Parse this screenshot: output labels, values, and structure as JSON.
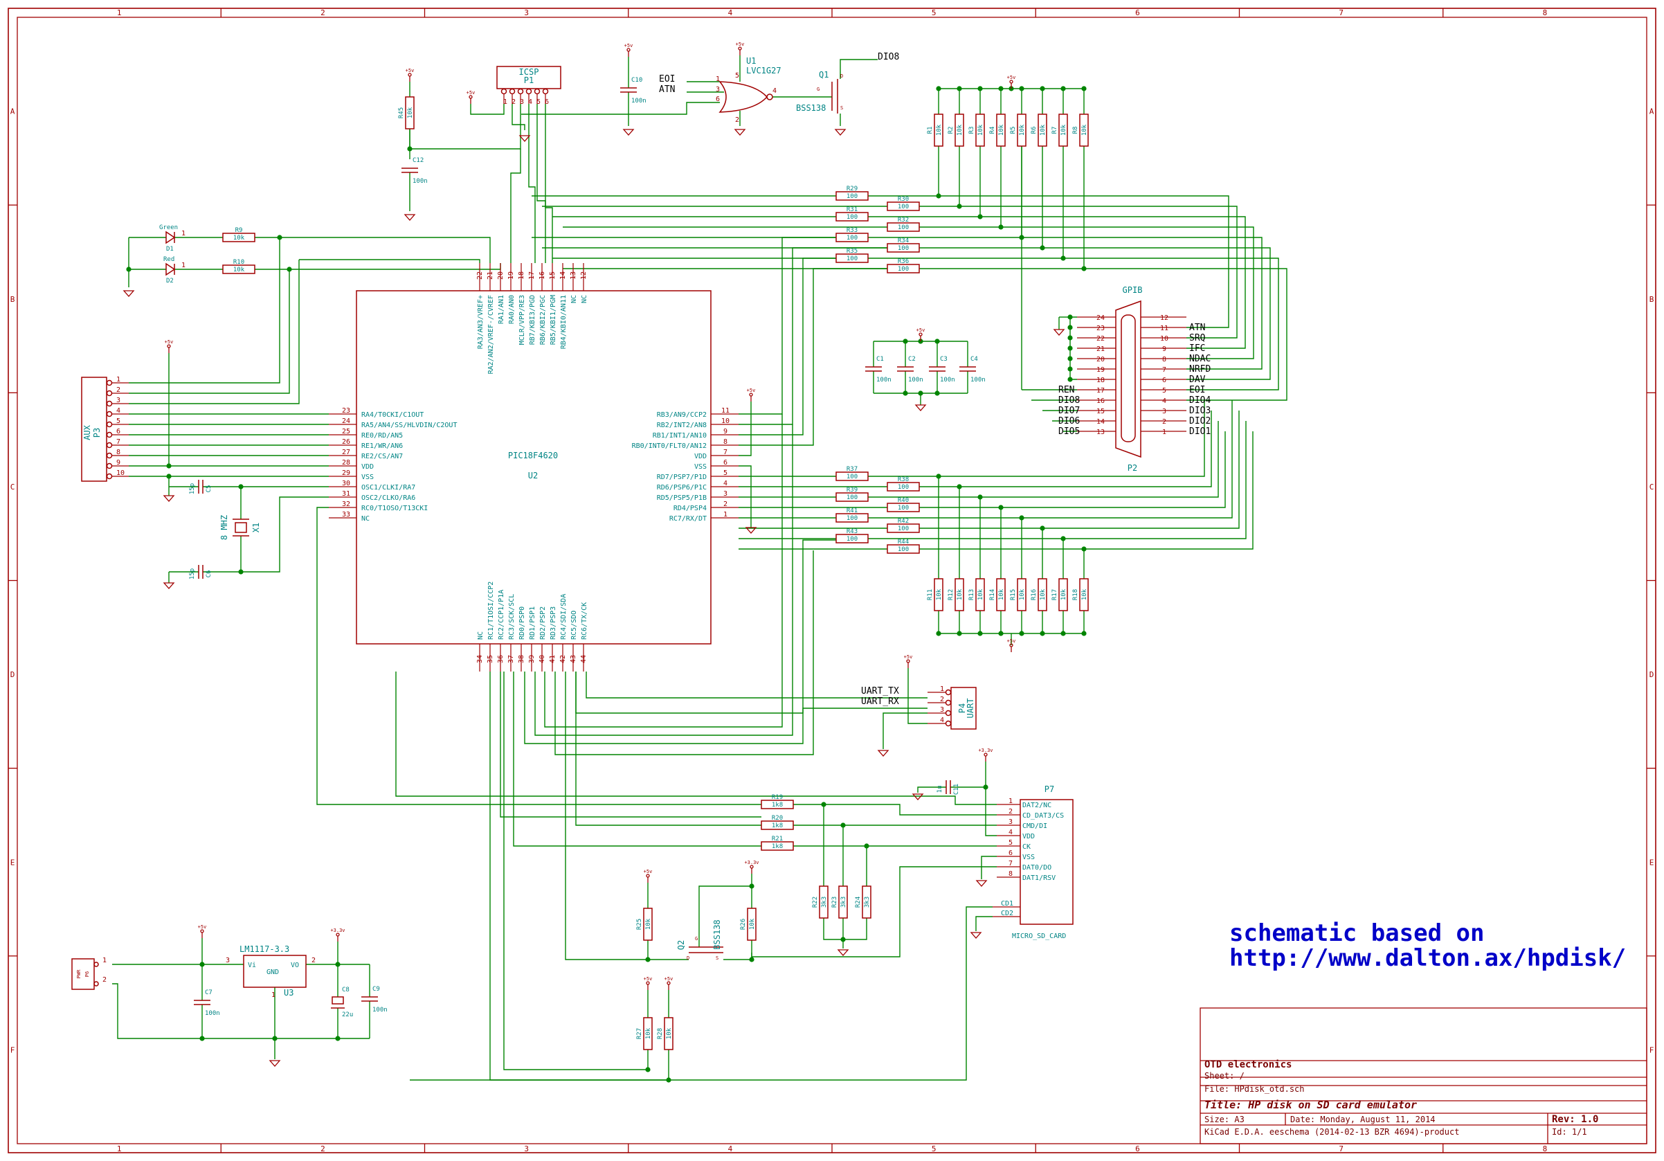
{
  "frame": {
    "columns": [
      "1",
      "2",
      "3",
      "4",
      "5",
      "6",
      "7",
      "8"
    ],
    "rows": [
      "A",
      "B",
      "C",
      "D",
      "E",
      "F"
    ]
  },
  "title_block": {
    "company": "OTD electronics",
    "sheet": "Sheet: /",
    "file": "File: HPdisk_otd.sch",
    "title": "Title: HP disk on SD card emulator",
    "size": "Size: A3",
    "date": "Date: Monday, August 11, 2014",
    "rev": "Rev: 1.0",
    "tool": "KiCad E.D.A.  eeschema (2014-02-13 BZR 4694)-product",
    "id": "Id: 1/1"
  },
  "note": {
    "line1": "schematic based on",
    "line2": "http://www.dalton.ax/hpdisk/"
  },
  "mcu": {
    "ref": "U2",
    "value": "PIC18F4620",
    "left_pins": [
      {
        "num": "23",
        "name": "RA4/T0CKI/C1OUT"
      },
      {
        "num": "24",
        "name": "RA5/AN4/SS/HLVDIN/C2OUT"
      },
      {
        "num": "25",
        "name": "RE0/RD/AN5"
      },
      {
        "num": "26",
        "name": "RE1/WR/AN6"
      },
      {
        "num": "27",
        "name": "RE2/CS/AN7"
      },
      {
        "num": "28",
        "name": "VDD"
      },
      {
        "num": "29",
        "name": "VSS"
      },
      {
        "num": "30",
        "name": "OSC1/CLKI/RA7"
      },
      {
        "num": "31",
        "name": "OSC2/CLKO/RA6"
      },
      {
        "num": "32",
        "name": "RC0/T1OSO/T13CKI"
      },
      {
        "num": "33",
        "name": "NC"
      }
    ],
    "right_pins": [
      {
        "num": "11",
        "name": "RB3/AN9/CCP2"
      },
      {
        "num": "10",
        "name": "RB2/INT2/AN8"
      },
      {
        "num": "9",
        "name": "RB1/INT1/AN10"
      },
      {
        "num": "8",
        "name": "RB0/INT0/FLT0/AN12"
      },
      {
        "num": "7",
        "name": "VDD"
      },
      {
        "num": "6",
        "name": "VSS"
      },
      {
        "num": "5",
        "name": "RD7/PSP7/P1D"
      },
      {
        "num": "4",
        "name": "RD6/PSP6/P1C"
      },
      {
        "num": "3",
        "name": "RD5/PSP5/P1B"
      },
      {
        "num": "2",
        "name": "RD4/PSP4"
      },
      {
        "num": "1",
        "name": "RC7/RX/DT"
      }
    ],
    "top_pins": [
      {
        "num": "22",
        "name": "RA3/AN3/VREF+"
      },
      {
        "num": "21",
        "name": "RA2/AN2/VREF-/CVREF"
      },
      {
        "num": "20",
        "name": "RA1/AN1"
      },
      {
        "num": "19",
        "name": "RA0/AN0"
      },
      {
        "num": "18",
        "name": "MCLR/VPP/RE3"
      },
      {
        "num": "17",
        "name": "RB7/KBI3/PGD"
      },
      {
        "num": "16",
        "name": "RB6/KBI2/PGC"
      },
      {
        "num": "15",
        "name": "RB5/KBI1/PGM"
      },
      {
        "num": "14",
        "name": "RB4/KBI0/AN11"
      },
      {
        "num": "13",
        "name": "NC"
      },
      {
        "num": "12",
        "name": "NC"
      }
    ],
    "bottom_pins": [
      {
        "num": "34",
        "name": "NC"
      },
      {
        "num": "35",
        "name": "RC1/T1OSI/CCP2"
      },
      {
        "num": "36",
        "name": "RC2/CCP1/P1A"
      },
      {
        "num": "37",
        "name": "RC3/SCK/SCL"
      },
      {
        "num": "38",
        "name": "RD0/PSP0"
      },
      {
        "num": "39",
        "name": "RD1/PSP1"
      },
      {
        "num": "40",
        "name": "RD2/PSP2"
      },
      {
        "num": "41",
        "name": "RD3/PSP3"
      },
      {
        "num": "42",
        "name": "RC4/SDI/SDA"
      },
      {
        "num": "43",
        "name": "RC5/SDO"
      },
      {
        "num": "44",
        "name": "RC6/TX/CK"
      }
    ]
  },
  "gpib": {
    "ref": "P2",
    "value": "GPIB",
    "left_pins": [
      "24",
      "23",
      "22",
      "21",
      "20",
      "19",
      "18",
      "17",
      "16",
      "15",
      "14",
      "13"
    ],
    "right_pins": [
      "12",
      "11",
      "10",
      "9",
      "8",
      "7",
      "6",
      "5",
      "4",
      "3",
      "2",
      "1"
    ],
    "left_nets": [
      "",
      "",
      "",
      "",
      "",
      "",
      "",
      "REN",
      "DIO8",
      "DIO7",
      "DIO6",
      "DIO5"
    ],
    "right_nets": [
      "",
      "ATN",
      "SRQ",
      "IFC",
      "NDAC",
      "NRFD",
      "DAV",
      "EOI",
      "DIO4",
      "DIO3",
      "DIO2",
      "DIO1"
    ]
  },
  "sd": {
    "ref": "P7",
    "value": "MICRO_SD_CARD",
    "pins": [
      {
        "num": "1",
        "name": "DAT2/NC"
      },
      {
        "num": "2",
        "name": "CD_DAT3/CS"
      },
      {
        "num": "3",
        "name": "CMD/DI"
      },
      {
        "num": "4",
        "name": "VDD"
      },
      {
        "num": "5",
        "name": "CK"
      },
      {
        "num": "6",
        "name": "VSS"
      },
      {
        "num": "7",
        "name": "DAT0/DO"
      },
      {
        "num": "8",
        "name": "DAT1/RSV"
      }
    ],
    "cd_pins": [
      "CD1",
      "CD2"
    ]
  },
  "aux": {
    "ref": "P3",
    "value": "AUX",
    "pins": [
      "1",
      "2",
      "3",
      "4",
      "5",
      "6",
      "7",
      "8",
      "9",
      "10"
    ]
  },
  "icsp": {
    "ref": "P1",
    "value": "ICSP",
    "pins": [
      "1",
      "2",
      "3",
      "4",
      "5",
      "6"
    ]
  },
  "uart": {
    "ref": "P4",
    "value": "UART",
    "pins": [
      "1",
      "2",
      "3",
      "4"
    ],
    "nets": [
      "UART_TX",
      "UART_RX"
    ]
  },
  "pwr_conn": {
    "ref": "P6",
    "value": "PWR",
    "pins": [
      "1",
      "2"
    ]
  },
  "gate": {
    "ref": "U1",
    "value": "LVC1G27",
    "inputs": [
      "EOI",
      "ATN"
    ],
    "pins": [
      "1",
      "3",
      "6",
      "4",
      "5",
      "2"
    ]
  },
  "fet1": {
    "ref": "Q1",
    "value": "BSS138",
    "net": "DIO8",
    "pins": {
      "g": "G",
      "d": "D",
      "s": "S"
    }
  },
  "fet2": {
    "ref": "Q2",
    "value": "BSS138",
    "pins": {
      "g": "G",
      "d": "D",
      "s": "S"
    }
  },
  "regulator": {
    "ref": "U3",
    "value": "LM1117-3.3",
    "vi": "Vi",
    "vo": "VO",
    "gnd": "GND",
    "pins": [
      "3",
      "2",
      "1"
    ]
  },
  "crystal": {
    "ref": "X1",
    "value": "8 MHZ"
  },
  "leds": [
    {
      "ref": "D1",
      "value": "Green",
      "pin": "1"
    },
    {
      "ref": "D2",
      "value": "Red",
      "pin": "1"
    }
  ],
  "pullups_top": [
    {
      "ref": "R1",
      "value": "10k"
    },
    {
      "ref": "R2",
      "value": "10k"
    },
    {
      "ref": "R3",
      "value": "10k"
    },
    {
      "ref": "R4",
      "value": "10k"
    },
    {
      "ref": "R5",
      "value": "10k"
    },
    {
      "ref": "R6",
      "value": "10k"
    },
    {
      "ref": "R7",
      "value": "10k"
    },
    {
      "ref": "R8",
      "value": "10k"
    }
  ],
  "pullups_bottom": [
    {
      "ref": "R11",
      "value": "10k"
    },
    {
      "ref": "R12",
      "value": "10k"
    },
    {
      "ref": "R13",
      "value": "10k"
    },
    {
      "ref": "R14",
      "value": "10k"
    },
    {
      "ref": "R15",
      "value": "10k"
    },
    {
      "ref": "R16",
      "value": "10k"
    },
    {
      "ref": "R17",
      "value": "10k"
    },
    {
      "ref": "R18",
      "value": "10k"
    }
  ],
  "series_top_a": [
    {
      "ref": "R29",
      "value": "100"
    },
    {
      "ref": "R31",
      "value": "100"
    },
    {
      "ref": "R33",
      "value": "100"
    },
    {
      "ref": "R35",
      "value": "100"
    }
  ],
  "series_top_b": [
    {
      "ref": "R30",
      "value": "100"
    },
    {
      "ref": "R32",
      "value": "100"
    },
    {
      "ref": "R34",
      "value": "100"
    },
    {
      "ref": "R36",
      "value": "100"
    }
  ],
  "series_bot_a": [
    {
      "ref": "R37",
      "value": "100"
    },
    {
      "ref": "R39",
      "value": "100"
    },
    {
      "ref": "R41",
      "value": "100"
    },
    {
      "ref": "R43",
      "value": "100"
    }
  ],
  "series_bot_b": [
    {
      "ref": "R38",
      "value": "100"
    },
    {
      "ref": "R40",
      "value": "100"
    },
    {
      "ref": "R42",
      "value": "100"
    },
    {
      "ref": "R44",
      "value": "100"
    }
  ],
  "misc_resistors": [
    {
      "ref": "R9",
      "value": "10k"
    },
    {
      "ref": "R10",
      "value": "10k"
    },
    {
      "ref": "R45",
      "value": "10k"
    },
    {
      "ref": "R19",
      "value": "1k8"
    },
    {
      "ref": "R20",
      "value": "1k8"
    },
    {
      "ref": "R21",
      "value": "1k8"
    },
    {
      "ref": "R22",
      "value": "3k3"
    },
    {
      "ref": "R23",
      "value": "3k3"
    },
    {
      "ref": "R24",
      "value": "3k3"
    },
    {
      "ref": "R25",
      "value": "10k"
    },
    {
      "ref": "R26",
      "value": "10k"
    },
    {
      "ref": "R27",
      "value": "10k"
    },
    {
      "ref": "R28",
      "value": "10k"
    }
  ],
  "decoupling": [
    {
      "ref": "C1",
      "value": "100n"
    },
    {
      "ref": "C2",
      "value": "100n"
    },
    {
      "ref": "C3",
      "value": "100n"
    },
    {
      "ref": "C4",
      "value": "100n"
    }
  ],
  "caps": [
    {
      "ref": "C5",
      "value": "15p"
    },
    {
      "ref": "C6",
      "value": "15p"
    },
    {
      "ref": "C10",
      "value": "100n"
    },
    {
      "ref": "C11",
      "value": "1u"
    },
    {
      "ref": "C12",
      "value": "100n"
    },
    {
      "ref": "C7",
      "value": "100n"
    },
    {
      "ref": "C8",
      "value": "22u"
    },
    {
      "ref": "C9",
      "value": "100n"
    }
  ],
  "power": {
    "p5": "+5v",
    "p33": "+3.3v"
  }
}
